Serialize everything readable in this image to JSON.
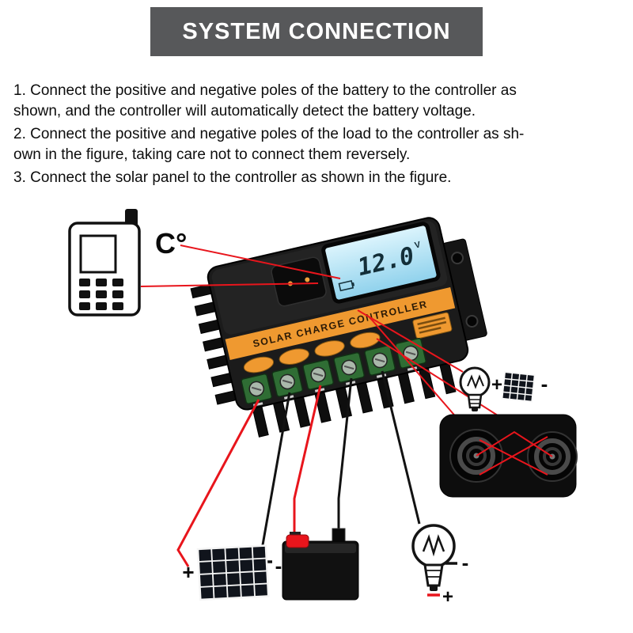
{
  "header": {
    "title": "SYSTEM CONNECTION"
  },
  "instructions": [
    {
      "lines": [
        "1. Connect the positive and negative poles of the battery to the controller as",
        "shown, and the controller will automatically detect the battery voltage."
      ]
    },
    {
      "lines": [
        "2. Connect the positive and negative poles of the load to the controller as sh-",
        "own in the figure, taking care not to connect them reversely."
      ]
    },
    {
      "lines": [
        "3. Connect the solar panel to the controller as shown in the figure."
      ]
    }
  ],
  "diagram": {
    "temp_label": "C°",
    "controller": {
      "display_value": "12.0",
      "display_unit": "V",
      "brand_strip": "SOLAR CHARGE CONTROLLER"
    },
    "labels": {
      "panel_right_plus": "+",
      "panel_right_minus": "-",
      "panel_bottom_plus": "+",
      "panel_bottom_minus": "-",
      "bulb_bottom_minus": "-",
      "bulb_bottom_plus": "+"
    },
    "colors": {
      "positive_wire": "#e8151c",
      "negative_wire": "#121212",
      "accent_orange": "#ef9930",
      "lcd_blue": "#bfe7f5",
      "header_gray": "#57585a"
    }
  }
}
